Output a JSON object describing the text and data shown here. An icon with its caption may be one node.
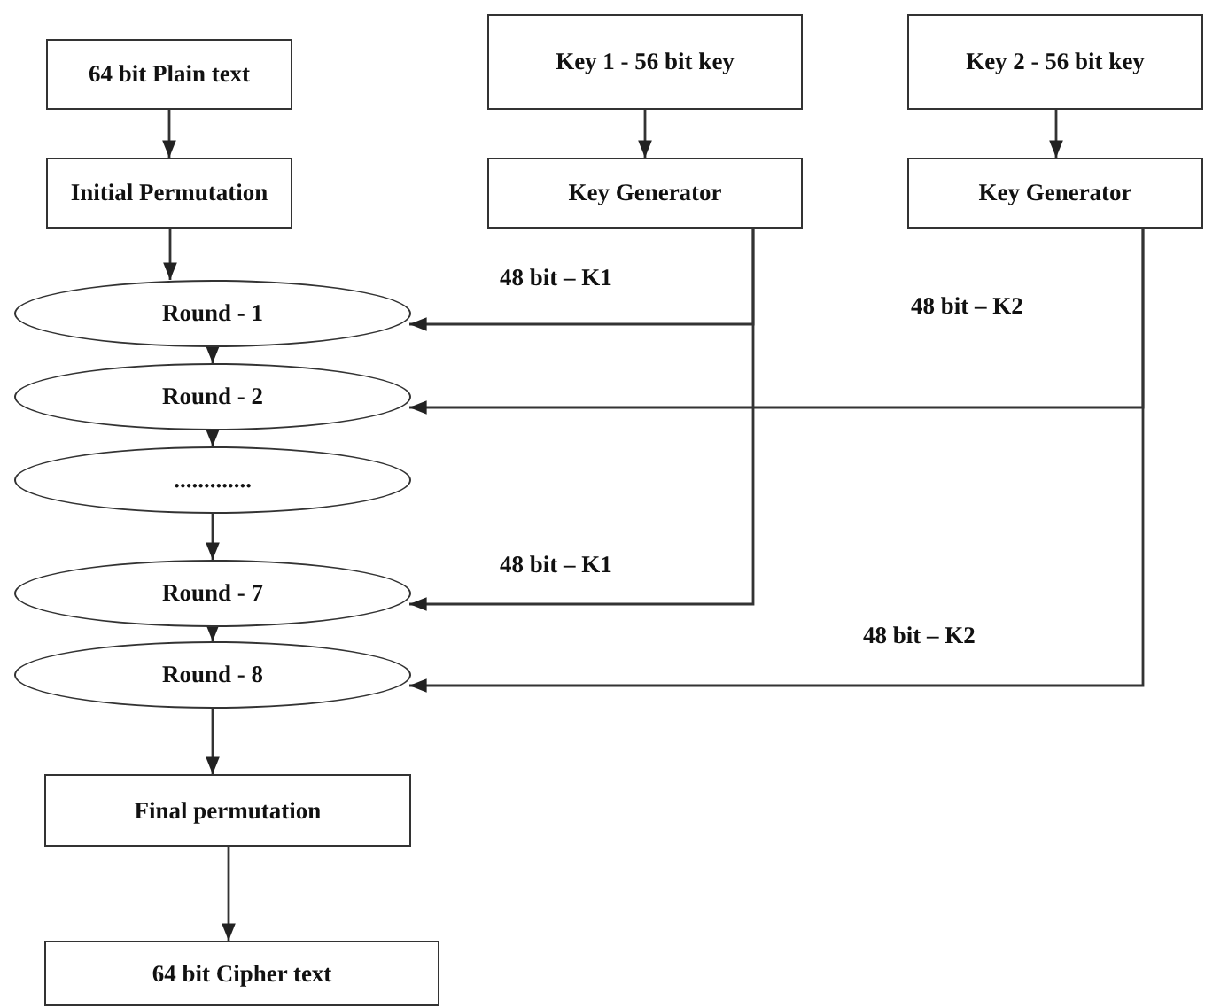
{
  "diagram": {
    "nodes": [
      {
        "text": [
          "64 bit Plain text"
        ]
      },
      {
        "text": [
          "Key 1 -  56 bit key"
        ]
      },
      {
        "text": [
          "Key 2 -  56 bit key"
        ]
      },
      {
        "text": [
          "Initial Permutation"
        ]
      },
      {
        "text": [
          "Key Generator"
        ]
      },
      {
        "text": [
          "Key Generator"
        ]
      },
      {
        "text": [
          "Round - 1"
        ]
      },
      {
        "text": [
          "Round - 2"
        ]
      },
      {
        "text": [
          "............."
        ]
      },
      {
        "text": [
          "Round - 7"
        ]
      },
      {
        "text": [
          "Round - 8"
        ]
      },
      {
        "text": [
          "Final permutation"
        ]
      },
      {
        "text": [
          "64 bit Cipher text"
        ]
      }
    ],
    "edges": [
      {
        "from": 0,
        "to": 3,
        "arrow": "to"
      },
      {
        "from": 1,
        "to": 4,
        "arrow": "to"
      },
      {
        "from": 2,
        "to": 5,
        "arrow": "to"
      },
      {
        "from": 3,
        "to": 6,
        "arrow": "to"
      },
      {
        "from": 6,
        "to": 7,
        "arrow": "to"
      },
      {
        "from": 7,
        "to": 8,
        "arrow": "to"
      },
      {
        "from": 8,
        "to": 9,
        "arrow": "to"
      },
      {
        "from": 9,
        "to": 10,
        "arrow": "to"
      },
      {
        "from": 10,
        "to": 11,
        "arrow": "to"
      },
      {
        "from": 11,
        "to": 12,
        "arrow": "to"
      },
      {
        "from": 4,
        "to": 6,
        "arrow": "to",
        "label": "48 bit – K1"
      },
      {
        "from": 5,
        "to": 7,
        "arrow": "to",
        "label": "48 bit  – K2"
      },
      {
        "from": 4,
        "to": 9,
        "arrow": "to",
        "label": "48 bit – K1"
      },
      {
        "from": 5,
        "to": 10,
        "arrow": "to",
        "label": "48 bit – K2"
      }
    ]
  }
}
